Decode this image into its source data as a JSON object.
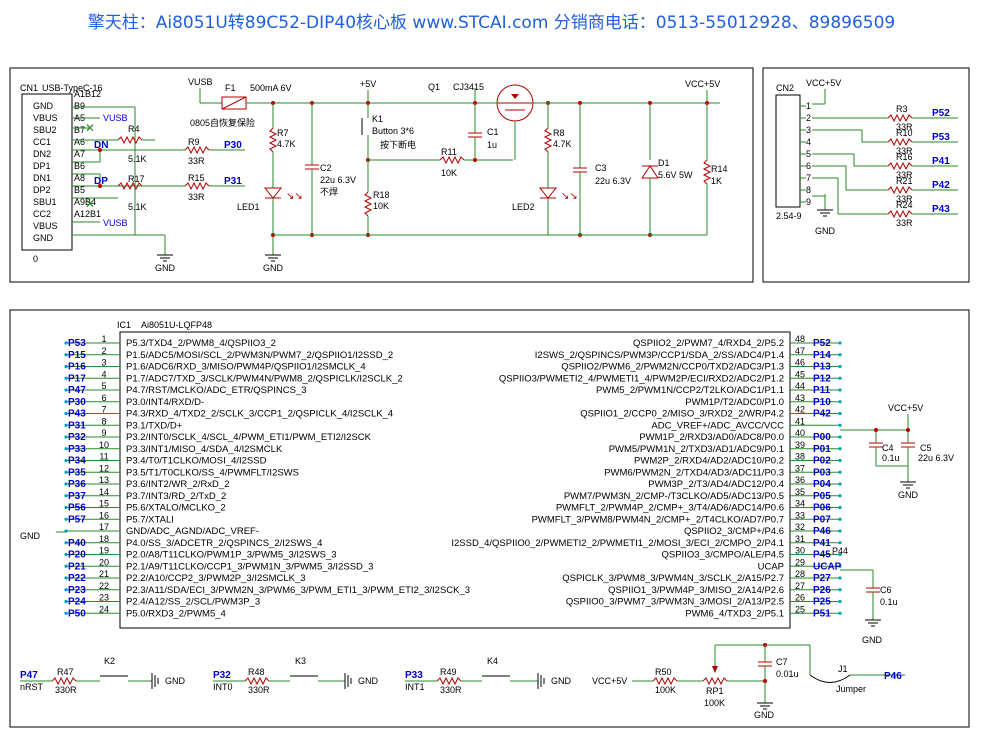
{
  "header_text": "擎天柱：Ai8051U转89C52-DIP40核心板 www.STCAI.com 分销商电话：0513-55012928、89896509",
  "cn1": {
    "ref": "CN1",
    "name": "USB-TypeC-16",
    "pin_names": [
      "GND",
      "VBUS",
      "SBU2",
      "CC1",
      "DN2",
      "DP1",
      "DN1",
      "DP2",
      "SBU1",
      "CC2",
      "VBUS",
      "GND"
    ],
    "pin_numbers": [
      "A1B12",
      "B9",
      "A5",
      "B7",
      "A6",
      "A7",
      "B6",
      "A8",
      "B5",
      "A9B4",
      "A12B1"
    ],
    "net_vusb_a": "VUSB",
    "net_dn": "DN",
    "net_dp": "DP",
    "net_vusb_b": "VUSB",
    "zero": "0"
  },
  "parts": {
    "r4_ref": "R4",
    "r4_val": "5.1K",
    "r17_ref": "R17",
    "r17_val": "5.1K",
    "r9_ref": "R9",
    "r9_val": "33R",
    "p30": "P30",
    "r15_ref": "R15",
    "r15_val": "33R",
    "p31": "P31",
    "vusb_top": "VUSB",
    "f1_ref": "F1",
    "f1_val": "500mA 6V",
    "f1_note": "0805自恢复保险",
    "r7_ref": "R7",
    "r7_val": "4.7K",
    "led1": "LED1",
    "c2_ref": "C2",
    "c2_val": "22u 6.3V",
    "c2_note": "不焊",
    "plus5v": "+5V",
    "k1_ref": "K1",
    "k1_val": "Button 3*6",
    "k1_note": "按下断电",
    "r18_ref": "R18",
    "r18_val": "10K",
    "r11_ref": "R11",
    "r11_val": "10K",
    "q1_ref": "Q1",
    "q1_val": "CJ3415",
    "c1_ref": "C1",
    "c1_val": "1u",
    "r8_ref": "R8",
    "r8_val": "4.7K",
    "led2": "LED2",
    "c3_ref": "C3",
    "c3_val": "22u 6.3V",
    "d1_ref": "D1",
    "d1_val": "5.6V 5W",
    "r14_ref": "R14",
    "r14_val": "1K",
    "vcc5v": "VCC+5V",
    "gnd": "GND"
  },
  "cn2": {
    "ref": "CN2",
    "vcc": "VCC+5V",
    "pins": [
      "1",
      "2",
      "3",
      "4",
      "5",
      "6",
      "7",
      "8",
      "9"
    ],
    "name": "2.54-9",
    "gnd": "GND",
    "resistors": [
      {
        "ref": "R3",
        "val": "33R",
        "net": "P52"
      },
      {
        "ref": "R10",
        "val": "33R",
        "net": "P53"
      },
      {
        "ref": "R16",
        "val": "33R",
        "net": "P41"
      },
      {
        "ref": "R21",
        "val": "33R",
        "net": "P42"
      },
      {
        "ref": "R24",
        "val": "33R",
        "net": "P43"
      }
    ]
  },
  "ic1": {
    "ref": "IC1",
    "name": "Ai8051U-LQFP48",
    "left": [
      {
        "num": "1",
        "name": "P5.3/TXD4_2/PWM8_4/QSPIIO3_2",
        "net": "P53"
      },
      {
        "num": "2",
        "name": "P1.5/ADC5/MOSI/SCL_2/PWM3N/PWM7_2/QSPIIO1/I2SSD_2",
        "net": "P15"
      },
      {
        "num": "3",
        "name": "P1.6/ADC6/RXD_3/MISO/PWM4P/QSPIIO1/I2SMCLK_4",
        "net": "P16"
      },
      {
        "num": "4",
        "name": "P1.7/ADC7/TXD_3/SCLK/PWM4N/PWM8_2/QSPICLK/I2SCLK_2",
        "net": "P17"
      },
      {
        "num": "5",
        "name": "P4.7/RST/MCLKO/ADC_ETR/QSPINCS_3",
        "net": "P47"
      },
      {
        "num": "6",
        "name": "P3.0/INT4/RXD/D-",
        "net": "P30"
      },
      {
        "num": "7",
        "name": "P4.3/RXD_4/TXD2_2/SCLK_3/CCP1_2/QSPICLK_4/I2SCLK_4",
        "net": "P43"
      },
      {
        "num": "8",
        "name": "P3.1/TXD/D+",
        "net": "P31"
      },
      {
        "num": "9",
        "name": "P3.2/INT0/SCLK_4/SCL_4/PWM_ETI1/PWM_ETI2/I2SCK",
        "net": "P32"
      },
      {
        "num": "10",
        "name": "P3.3/INT1/MISO_4/SDA_4/I2SMCLK",
        "net": "P33"
      },
      {
        "num": "11",
        "name": "P3.4/T0/T1CLKO/MOSI_4/I2SSD",
        "net": "P34"
      },
      {
        "num": "12",
        "name": "P3.5/T1/T0CLKO/SS_4/PWMFLT/I2SWS",
        "net": "P35"
      },
      {
        "num": "13",
        "name": "P3.6/INT2/WR_2/RxD_2",
        "net": "P36"
      },
      {
        "num": "14",
        "name": "P3.7/INT3/RD_2/TxD_2",
        "net": "P37"
      },
      {
        "num": "15",
        "name": "P5.6/XTALO/MCLKO_2",
        "net": "P56"
      },
      {
        "num": "16",
        "name": "P5.7/XTALI",
        "net": "P57"
      },
      {
        "num": "17",
        "name": "GND/ADC_AGND/ADC_VREF-",
        "net": ""
      },
      {
        "num": "18",
        "name": "P4.0/SS_3/ADCETR_2/QSPINCS_2/I2SWS_4",
        "net": "P40"
      },
      {
        "num": "19",
        "name": "P2.0/A8/T11CLKO/PWM1P_3/PWM5_3/I2SWS_3",
        "net": "P20"
      },
      {
        "num": "20",
        "name": "P2.1/A9/T11CLKO/CCP1_3/PWM1N_3/PWM5_3/I2SSD_3",
        "net": "P21"
      },
      {
        "num": "21",
        "name": "P2.2/A10/CCP2_3/PWM2P_3/I2SMCLK_3",
        "net": "P22"
      },
      {
        "num": "22",
        "name": "P2.3/A11/SDA/ECI_3/PWM2N_3/PWM6_3/PWM_ETI1_3/PWM_ETI2_3/I2SCK_3",
        "net": "P23"
      },
      {
        "num": "23",
        "name": "P2.4/A12/SS_2/SCL/PWM3P_3",
        "net": "P24"
      },
      {
        "num": "24",
        "name": "P5.0/RXD3_2/PWM5_4",
        "net": "P50"
      }
    ],
    "right": [
      {
        "num": "48",
        "name": "QSPIIO2_2/PWM7_4/RXD4_2/P5.2",
        "net": "P52"
      },
      {
        "num": "47",
        "name": "I2SWS_2/QSPINCS/PWM3P/CCP1/SDA_2/SS/ADC4/P1.4",
        "net": "P14"
      },
      {
        "num": "46",
        "name": "QSPIIO2/PWM6_2/PWM2N/CCP0/TXD2/ADC3/P1.3",
        "net": "P13"
      },
      {
        "num": "45",
        "name": "QSPIIO3/PWMETI2_4/PWMETI1_4/PWM2P/ECI/RXD2/ADC2/P1.2",
        "net": "P12"
      },
      {
        "num": "44",
        "name": "PWM5_2/PWM1N/CCP2/T2LKO/ADC1/P1.1",
        "net": "P11"
      },
      {
        "num": "43",
        "name": "PWM1P/T2/ADC0/P1.0",
        "net": "P10"
      },
      {
        "num": "42",
        "name": "QSPIIO1_2/CCP0_2/MISO_3/RXD2_2/WR/P4.2",
        "net": "P42"
      },
      {
        "num": "41",
        "name": "ADC_VREF+/ADC_AVCC/VCC",
        "net": ""
      },
      {
        "num": "40",
        "name": "PWM1P_2/RXD3/AD0/ADC8/P0.0",
        "net": "P00"
      },
      {
        "num": "39",
        "name": "PWM5/PWM1N_2/TXD3/AD1/ADC9/P0.1",
        "net": "P01"
      },
      {
        "num": "38",
        "name": "PWM2P_2/RXD4/AD2/ADC10/P0.2",
        "net": "P02"
      },
      {
        "num": "37",
        "name": "PWM6/PWM2N_2/TXD4/AD3/ADC11/P0.3",
        "net": "P03"
      },
      {
        "num": "36",
        "name": "PWM3P_2/T3/AD4/ADC12/P0.4",
        "net": "P04"
      },
      {
        "num": "35",
        "name": "PWM7/PWM3N_2/CMP-/T3CLKO/AD5/ADC13/P0.5",
        "net": "P05"
      },
      {
        "num": "34",
        "name": "PWMFLT_2/PWM4P_2/CMP+_3/T4/AD6/ADC14/P0.6",
        "net": "P06"
      },
      {
        "num": "33",
        "name": "PWMFLT_3/PWM8/PWM4N_2/CMP+_2/T4CLKO/AD7/P0.7",
        "net": "P07"
      },
      {
        "num": "32",
        "name": "QSPIIO2_3/CMP+/P4.6",
        "net": "P46"
      },
      {
        "num": "31",
        "name": "I2SSD_4/QSPIIO0_2/PWMETI2_2/PWMETI1_2/MOSI_3/ECI_2/CMPO_2/P4.1",
        "net": "P41"
      },
      {
        "num": "30",
        "name": "QSPIIO3_3/CMPO/ALE/P4.5",
        "net": "P45"
      },
      {
        "num": "29",
        "name": "UCAP",
        "net": "UCAP"
      },
      {
        "num": "28",
        "name": "QSPICLK_3/PWM8_3/PWM4N_3/SCLK_2/A15/P2.7",
        "net": "P27"
      },
      {
        "num": "27",
        "name": "QSPIIO1_3/PWM4P_3/MISO_2/A14/P2.6",
        "net": "P26"
      },
      {
        "num": "26",
        "name": "QSPIIO0_3/PWM7_3/PWM3N_3/MOSI_2/A13/P2.5",
        "net": "P25"
      },
      {
        "num": "25",
        "name": "PWM6_4/TXD3_2/P5.1",
        "net": "P51"
      }
    ],
    "gnd_label": "GND",
    "p44": "P44",
    "vcc5v": "VCC+5V",
    "c4_ref": "C4",
    "c4_val": "0.1u",
    "c5_ref": "C5",
    "c5_val": "22u 6.3V",
    "c6_ref": "C6",
    "c6_val": "0.1u",
    "gnd_a": "GND",
    "gnd_b": "GND"
  },
  "bottom": {
    "p47": "P47",
    "nrst": "nRST",
    "r47_ref": "R47",
    "r47_val": "330R",
    "k2": "K2",
    "gnd1": "GND",
    "p32": "P32",
    "int0": "INT0",
    "r48_ref": "R48",
    "r48_val": "330R",
    "k3": "K3",
    "gnd2": "GND",
    "p33": "P33",
    "int1": "INT1",
    "r49_ref": "R49",
    "r49_val": "330R",
    "k4": "K4",
    "gnd3": "GND",
    "vcc5v": "VCC+5V",
    "r50_ref": "R50",
    "r50_val": "100K",
    "rp1_ref": "RP1",
    "rp1_val": "100K",
    "c7_ref": "C7",
    "c7_val": "0.01u",
    "gnd4": "GND",
    "j1_ref": "J1",
    "j1_val": "Jumper",
    "p46": "P46"
  }
}
